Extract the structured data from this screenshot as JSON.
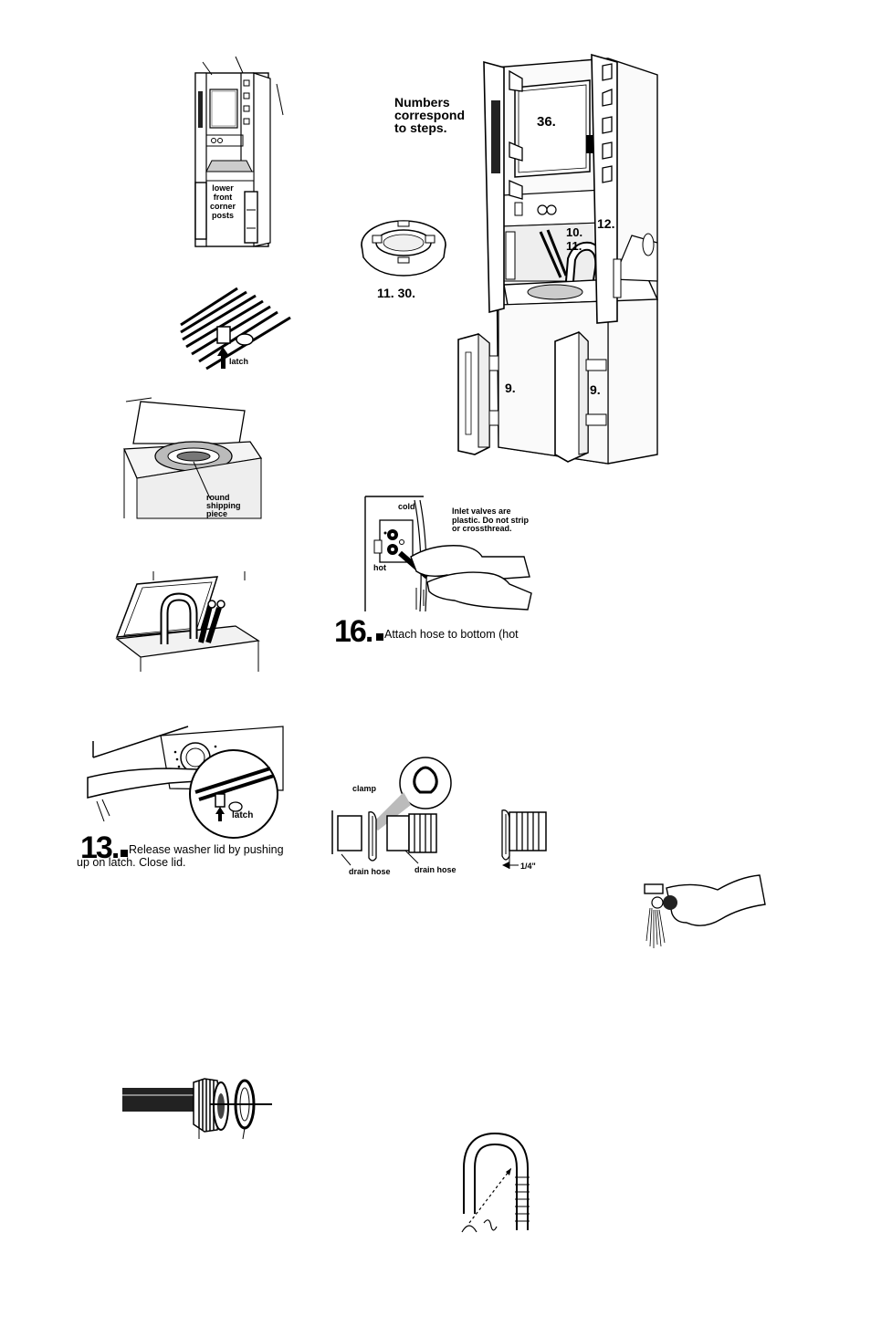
{
  "fig_stack_small": {
    "label_lower": "lower",
    "label_front": "front",
    "label_corner": "corner",
    "label_posts": "posts"
  },
  "fig_latch_top": {
    "label": "latch"
  },
  "fig_shipping": {
    "label_1": "round",
    "label_2": "shipping",
    "label_3": "piece"
  },
  "fig_main": {
    "note_1": "Numbers",
    "note_2": "correspond",
    "note_3": "to steps.",
    "num_36": "36.",
    "num_12": "12.",
    "num_10": "10.",
    "num_11": "11.",
    "num_11_30": "11. 30.",
    "num_9_left": "9.",
    "num_9_right": "9."
  },
  "fig_valves": {
    "label_cold": "cold",
    "label_hot": "hot",
    "note_1": "Inlet valves are",
    "note_2": "plastic. Do not strip",
    "note_3": "or crossthread."
  },
  "step16": {
    "number": "16.",
    "text": "Attach hose to bottom (hot"
  },
  "step13": {
    "number": "13.",
    "text_1": "Release washer lid by pushing",
    "text_2": "up on latch. Close lid.",
    "latch_label": "latch"
  },
  "fig_clamp": {
    "label_clamp": "clamp",
    "label_drain_left": "drain hose",
    "label_drain_right": "drain hose",
    "label_quarter": "1/4\""
  }
}
